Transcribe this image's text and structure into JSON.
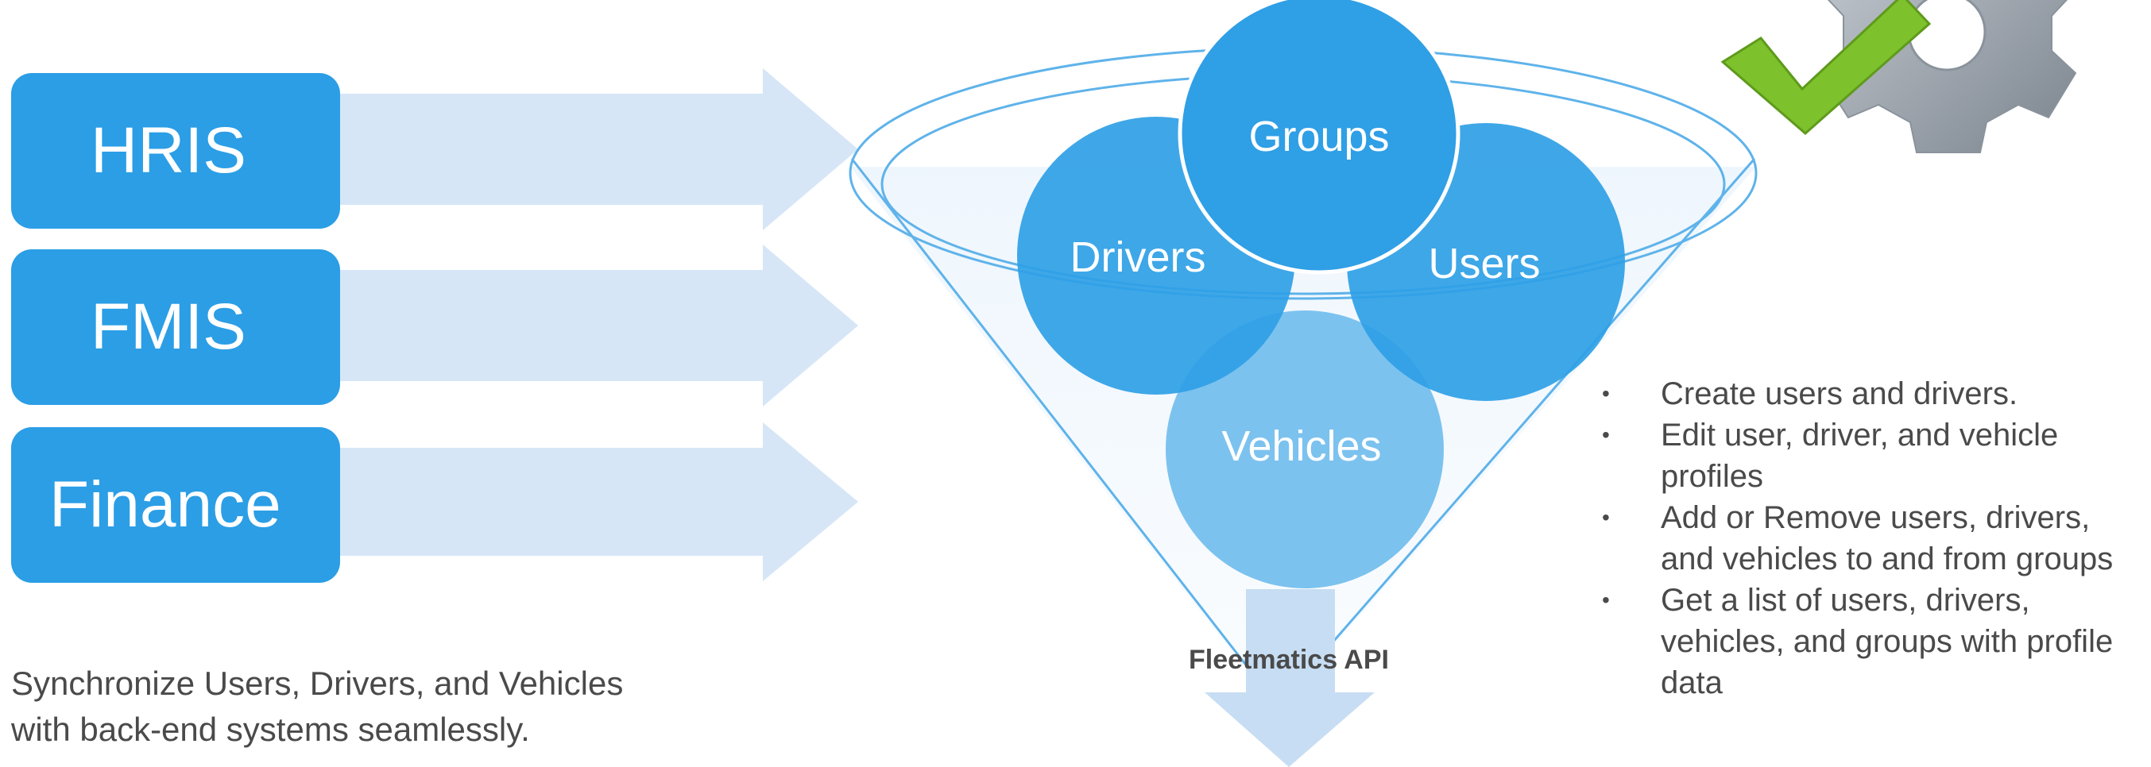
{
  "sources": [
    {
      "label": "HRIS"
    },
    {
      "label": "FMIS"
    },
    {
      "label": "Finance"
    }
  ],
  "funnel": {
    "circles": {
      "groups": "Groups",
      "drivers": "Drivers",
      "users": "Users",
      "vehicles": "Vehicles"
    },
    "output_label": "Fleetmatics API"
  },
  "caption": {
    "line1": "Synchronize Users, Drivers, and Vehicles",
    "line2": "with back-end systems seamlessly."
  },
  "bullets": [
    "Create users and drivers.",
    "Edit user, driver, and vehicle profiles",
    "Add or Remove users, drivers, and vehicles to and from groups",
    "Get a list of users, drivers, vehicles, and groups with profile data"
  ],
  "icons": {
    "top_right": "gear-with-checkmark-icon"
  },
  "colors": {
    "box": "#2b9ee6",
    "circle": "#2f9fe6",
    "circle_light": "#7cc2ef",
    "arrow": "#d6e6f7",
    "funnel_stroke": "#5fb3ea",
    "check": "#7dc22c",
    "gear": "#9aa3ad"
  }
}
